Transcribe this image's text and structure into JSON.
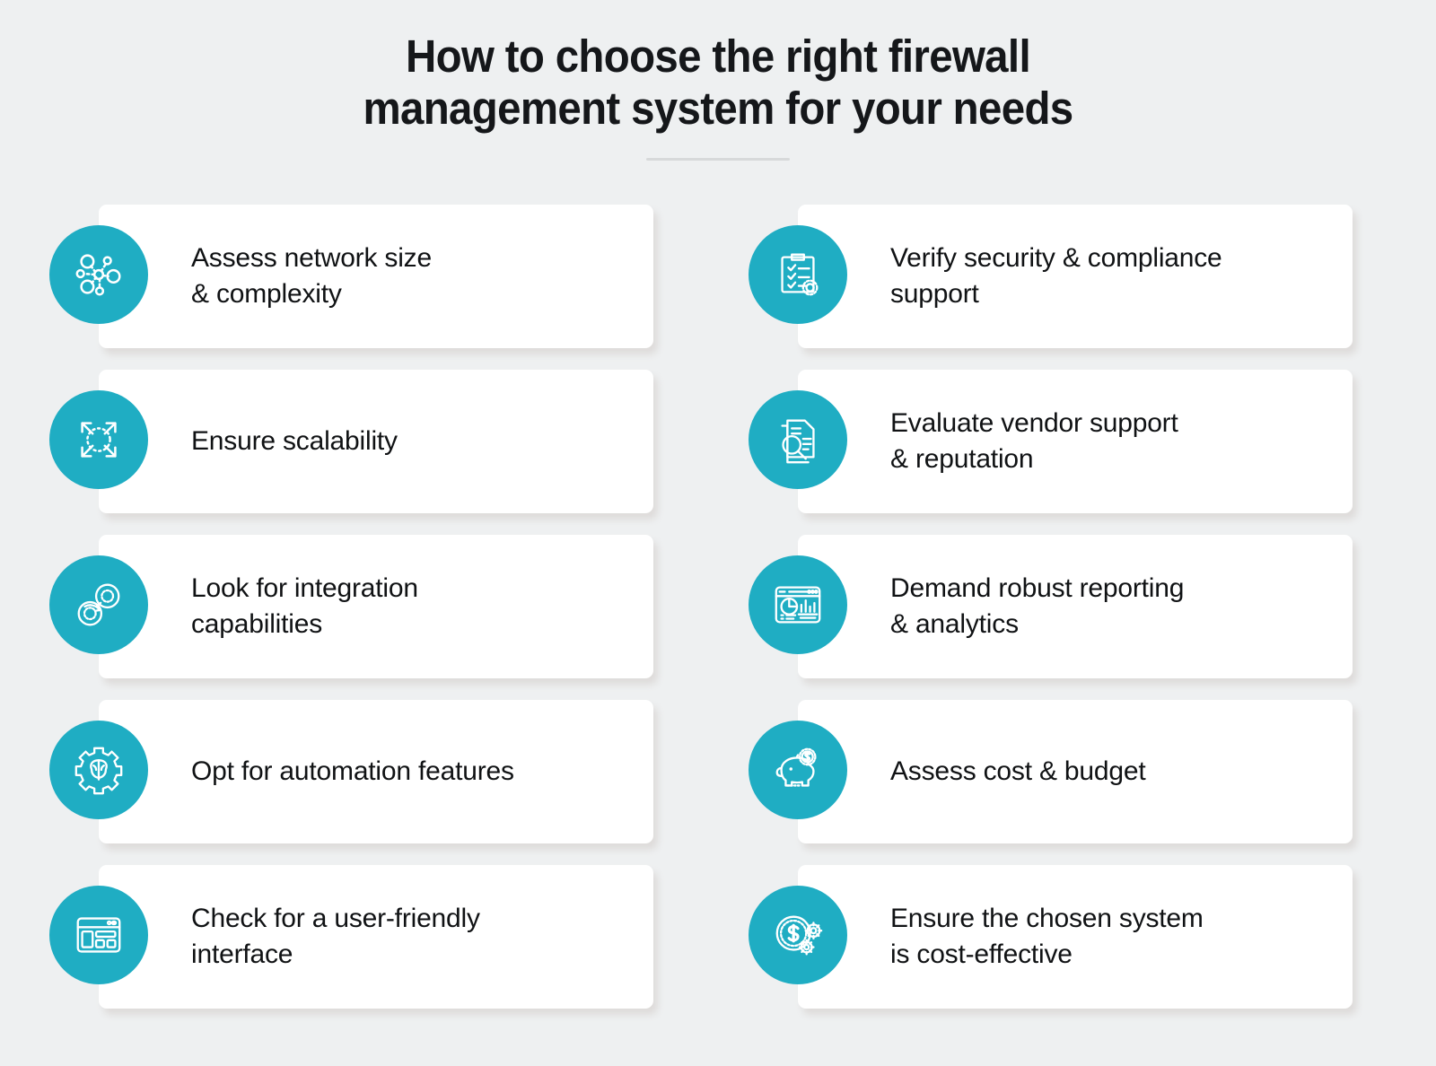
{
  "header": {
    "title_line1": "How to choose the right firewall",
    "title_line2": "management system for your needs"
  },
  "colors": {
    "background": "#eef0f1",
    "icon_circle": "#1fadc3",
    "card": "#ffffff",
    "text": "#101214",
    "divider": "#d7d9da"
  },
  "columns": {
    "left": [
      {
        "icon": "network-nodes-icon",
        "label": "Assess network size\n& complexity"
      },
      {
        "icon": "expand-arrows-scalability-icon",
        "label": "Ensure scalability"
      },
      {
        "icon": "linked-gears-integration-icon",
        "label": "Look for integration\ncapabilities"
      },
      {
        "icon": "gear-brain-automation-icon",
        "label": "Opt for automation features"
      },
      {
        "icon": "browser-layout-interface-icon",
        "label": "Check for a user-friendly\ninterface"
      }
    ],
    "right": [
      {
        "icon": "clipboard-checklist-seal-icon",
        "label": "Verify security & compliance\nsupport"
      },
      {
        "icon": "documents-magnifier-icon",
        "label": "Evaluate vendor support\n& reputation"
      },
      {
        "icon": "dashboard-charts-icon",
        "label": "Demand robust reporting\n& analytics"
      },
      {
        "icon": "piggy-bank-coin-icon",
        "label": "Assess cost & budget"
      },
      {
        "icon": "dollar-coin-gears-icon",
        "label": "Ensure the chosen system\nis cost-effective"
      }
    ]
  }
}
